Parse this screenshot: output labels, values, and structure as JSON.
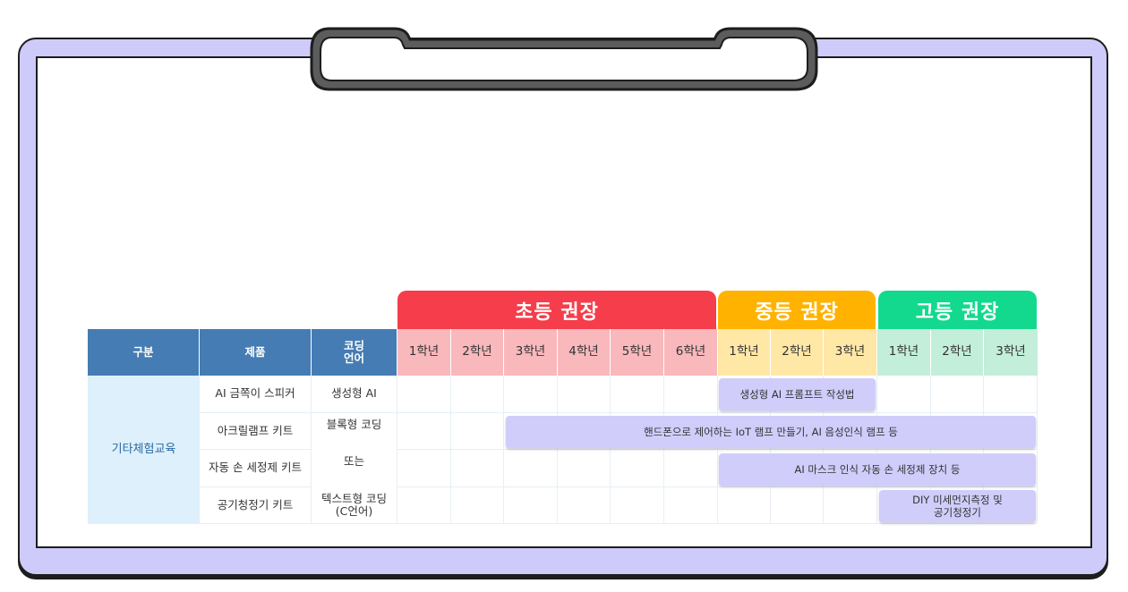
{
  "bands": {
    "elementary": "초등 권장",
    "middle": "중등 권장",
    "high": "고등 권장"
  },
  "headers": {
    "category": "구분",
    "product": "제품",
    "coding_line1": "코딩",
    "coding_line2": "언어",
    "elem_grades": [
      "1학년",
      "2학년",
      "3학년",
      "4학년",
      "5학년",
      "6학년"
    ],
    "mid_grades": [
      "1학년",
      "2학년",
      "3학년"
    ],
    "high_grades": [
      "1학년",
      "2학년",
      "3학년"
    ]
  },
  "category": "기타체험교육",
  "products": [
    "AI 금쪽이 스피커",
    "아크릴램프 키트",
    "자동 손 세정제 키트",
    "공기청정기 키트"
  ],
  "coding": {
    "row1": "생성형 AI",
    "row2": "블록형 코딩",
    "row3": "또는",
    "row4_line1": "텍스트형 코딩",
    "row4_line2": "(C언어)"
  },
  "bars": {
    "row1": "생성형 AI 프롬프트 작성법",
    "row2": "핸드폰으로 제어하는 IoT 램프 만들기, AI 음성인식 램프 등",
    "row3": "AI 마스크 인식 자동 손 세정제 장치 등",
    "row4_line1": "DIY 미세먼지측정 및",
    "row4_line2": "공기청정기"
  },
  "colors": {
    "frame": "#cecbfb",
    "elementary": "#f53d4b",
    "middle": "#ffb300",
    "high": "#13d98e",
    "header": "#457cb3",
    "bar": "#d0cdfb"
  }
}
